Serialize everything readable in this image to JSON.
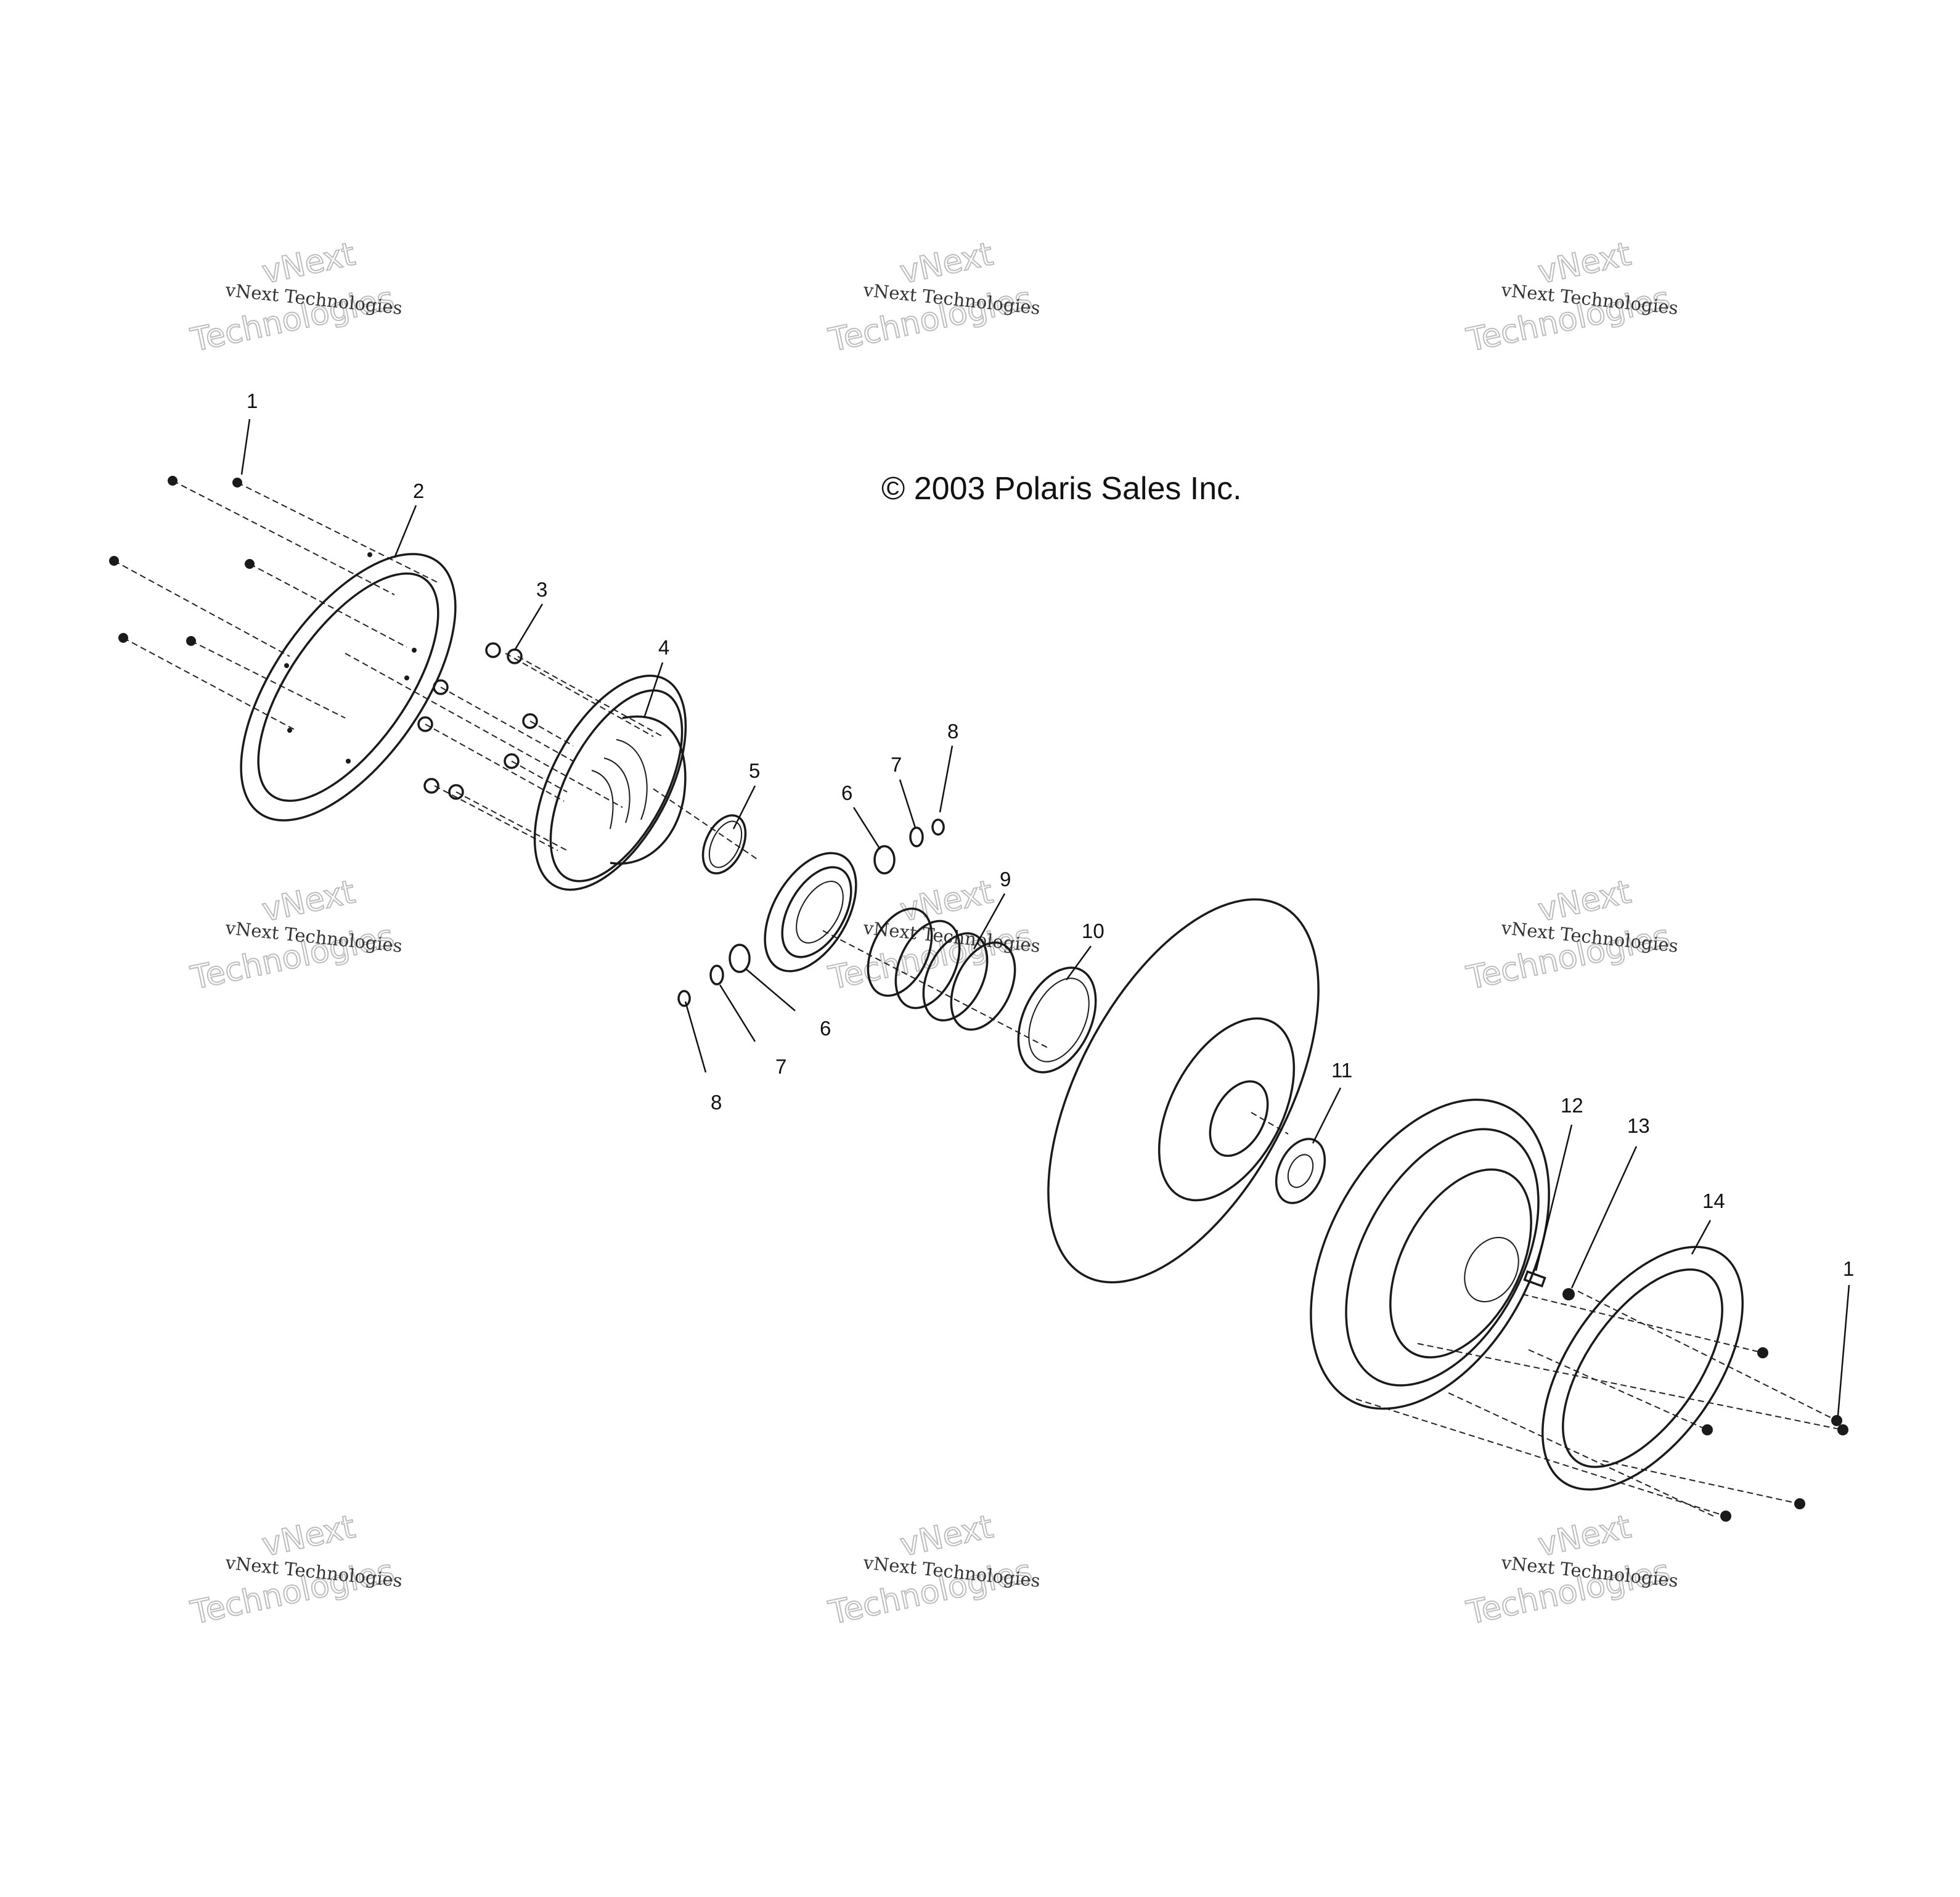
{
  "copyright": "© 2003 Polaris Sales Inc.",
  "watermark": {
    "line1": "vNext Technologies",
    "line2a": "vNext",
    "line2b": "Technologies"
  },
  "callouts": {
    "c1a": "1",
    "c2": "2",
    "c3": "3",
    "c4": "4",
    "c5": "5",
    "c6a": "6",
    "c7a": "7",
    "c8a": "8",
    "c9": "9",
    "c10": "10",
    "c6b": "6",
    "c7b": "7",
    "c8b": "8",
    "c11": "11",
    "c12": "12",
    "c13": "13",
    "c14": "14",
    "c1b": "1"
  }
}
